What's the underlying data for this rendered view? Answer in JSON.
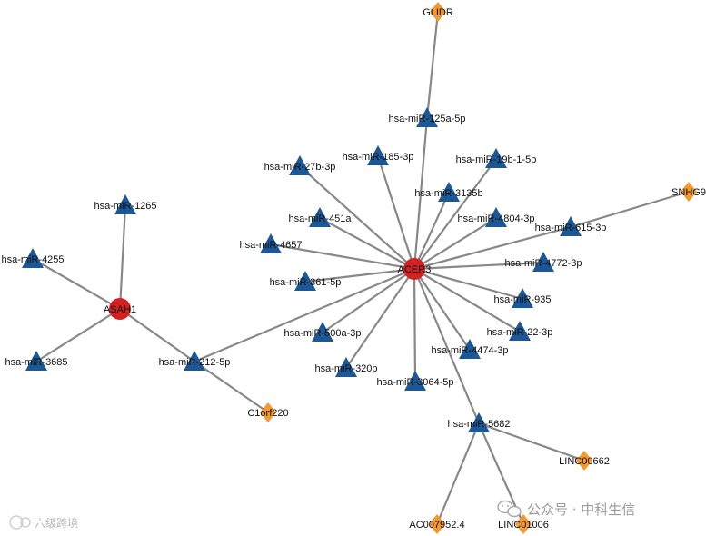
{
  "colors": {
    "gene": "#d42222",
    "mirna": "#1c5896",
    "lncrna": "#f29a2e",
    "edge": "#888888"
  },
  "nodes": [
    {
      "id": "ACER3",
      "label": "ACER3",
      "kind": "gene"
    },
    {
      "id": "ASAH1",
      "label": "ASAH1",
      "kind": "gene"
    },
    {
      "id": "GLIDR",
      "label": "GLIDR",
      "kind": "lncrna"
    },
    {
      "id": "SNHG9",
      "label": "SNHG9",
      "kind": "lncrna"
    },
    {
      "id": "C1orf220",
      "label": "C1orf220",
      "kind": "lncrna"
    },
    {
      "id": "LINC00662",
      "label": "LINC00662",
      "kind": "lncrna"
    },
    {
      "id": "AC007952.4",
      "label": "AC007952.4",
      "kind": "lncrna"
    },
    {
      "id": "LINC01006",
      "label": "LINC01006",
      "kind": "lncrna"
    },
    {
      "id": "miR-125a-5p",
      "label": "hsa-miR-125a-5p",
      "kind": "mirna"
    },
    {
      "id": "miR-27b-3p",
      "label": "hsa-miR-27b-3p",
      "kind": "mirna"
    },
    {
      "id": "miR-185-3p",
      "label": "hsa-miR-185-3p",
      "kind": "mirna"
    },
    {
      "id": "miR-19b-1-5p",
      "label": "hsa-miR-19b-1-5p",
      "kind": "mirna"
    },
    {
      "id": "miR-3135b",
      "label": "hsa-miR-3135b",
      "kind": "mirna"
    },
    {
      "id": "miR-4804-3p",
      "label": "hsa-miR-4804-3p",
      "kind": "mirna"
    },
    {
      "id": "miR-615-3p",
      "label": "hsa-miR-615-3p",
      "kind": "mirna"
    },
    {
      "id": "miR-451a",
      "label": "hsa-miR-451a",
      "kind": "mirna"
    },
    {
      "id": "miR-4657",
      "label": "hsa-miR-4657",
      "kind": "mirna"
    },
    {
      "id": "miR-361-5p",
      "label": "hsa-miR-361-5p",
      "kind": "mirna"
    },
    {
      "id": "miR-4772-3p",
      "label": "hsa-miR-4772-3p",
      "kind": "mirna"
    },
    {
      "id": "miR-935",
      "label": "hsa-miR-935",
      "kind": "mirna"
    },
    {
      "id": "miR-500a-3p",
      "label": "hsa-miR-500a-3p",
      "kind": "mirna"
    },
    {
      "id": "miR-22-3p",
      "label": "hsa-miR-22-3p",
      "kind": "mirna"
    },
    {
      "id": "miR-4474-3p",
      "label": "hsa-miR-4474-3p",
      "kind": "mirna"
    },
    {
      "id": "miR-320b",
      "label": "hsa-miR-320b",
      "kind": "mirna"
    },
    {
      "id": "miR-3064-5p",
      "label": "hsa-miR-3064-5p",
      "kind": "mirna"
    },
    {
      "id": "miR-5682",
      "label": "hsa-miR-5682",
      "kind": "mirna"
    },
    {
      "id": "miR-212-5p",
      "label": "hsa-miR-212-5p",
      "kind": "mirna"
    },
    {
      "id": "miR-1265",
      "label": "hsa-miR-1265",
      "kind": "mirna"
    },
    {
      "id": "miR-4255",
      "label": "hsa-miR-4255",
      "kind": "mirna"
    },
    {
      "id": "miR-3685",
      "label": "hsa-miR-3685",
      "kind": "mirna"
    }
  ],
  "edges": [
    [
      "GLIDR",
      "miR-125a-5p"
    ],
    [
      "ACER3",
      "miR-125a-5p"
    ],
    [
      "ACER3",
      "miR-27b-3p"
    ],
    [
      "ACER3",
      "miR-185-3p"
    ],
    [
      "ACER3",
      "miR-19b-1-5p"
    ],
    [
      "ACER3",
      "miR-3135b"
    ],
    [
      "ACER3",
      "miR-4804-3p"
    ],
    [
      "ACER3",
      "miR-615-3p"
    ],
    [
      "SNHG9",
      "miR-615-3p"
    ],
    [
      "ACER3",
      "miR-451a"
    ],
    [
      "ACER3",
      "miR-4657"
    ],
    [
      "ACER3",
      "miR-361-5p"
    ],
    [
      "ACER3",
      "miR-4772-3p"
    ],
    [
      "ACER3",
      "miR-935"
    ],
    [
      "ACER3",
      "miR-500a-3p"
    ],
    [
      "ACER3",
      "miR-22-3p"
    ],
    [
      "ACER3",
      "miR-4474-3p"
    ],
    [
      "ACER3",
      "miR-320b"
    ],
    [
      "ACER3",
      "miR-3064-5p"
    ],
    [
      "ACER3",
      "miR-5682"
    ],
    [
      "ACER3",
      "miR-212-5p"
    ],
    [
      "miR-5682",
      "LINC00662"
    ],
    [
      "miR-5682",
      "AC007952.4"
    ],
    [
      "miR-5682",
      "LINC01006"
    ],
    [
      "ASAH1",
      "miR-1265"
    ],
    [
      "ASAH1",
      "miR-4255"
    ],
    [
      "ASAH1",
      "miR-3685"
    ],
    [
      "ASAH1",
      "miR-212-5p"
    ],
    [
      "miR-212-5p",
      "C1orf220"
    ]
  ],
  "watermark": {
    "right_text": "公众号 · 中科生信",
    "left_text": "六级跨境"
  }
}
